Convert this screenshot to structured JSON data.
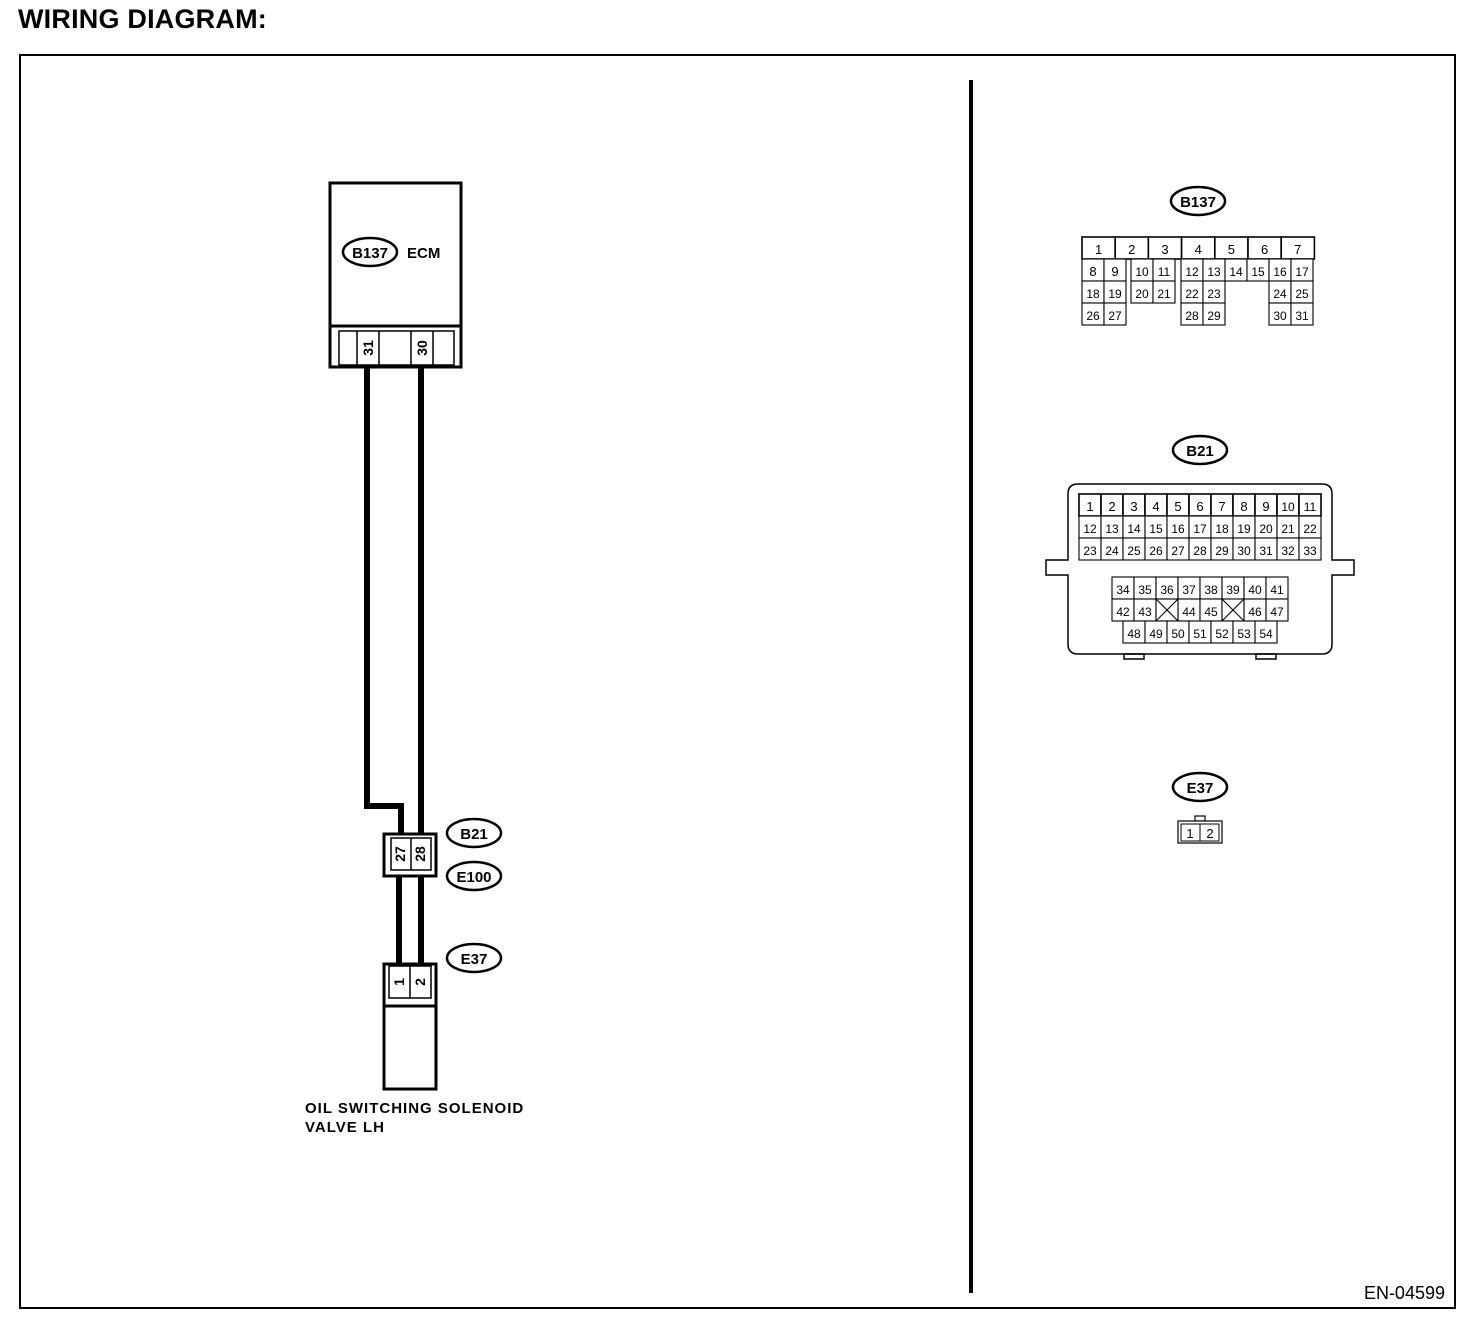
{
  "title": "WIRING DIAGRAM:",
  "figure_id": "EN-04599",
  "ecm": {
    "connector": "B137",
    "label": "ECM",
    "pins": [
      "31",
      "30"
    ]
  },
  "intermediate": {
    "connector_a": "B21",
    "connector_b": "E100",
    "pins": [
      "27",
      "28"
    ]
  },
  "solenoid": {
    "connector": "E37",
    "pins": [
      "1",
      "2"
    ],
    "label_line1": "OIL SWITCHING SOLENOID",
    "label_line2": "VALVE LH"
  },
  "connector_views": {
    "b137": {
      "name": "B137",
      "rows": [
        [
          "1",
          "2",
          "3",
          "4",
          "5",
          "6",
          "7"
        ],
        [
          "8",
          "9",
          "10",
          "11",
          "12",
          "13",
          "14",
          "15",
          "16",
          "17"
        ],
        [
          "18",
          "19",
          "20",
          "21",
          "22",
          "23",
          "24",
          "25"
        ],
        [
          "26",
          "27",
          "28",
          "29",
          "30",
          "31"
        ]
      ]
    },
    "b21": {
      "name": "B21",
      "rows": [
        [
          "1",
          "2",
          "3",
          "4",
          "5",
          "6",
          "7",
          "8",
          "9",
          "10",
          "11"
        ],
        [
          "12",
          "13",
          "14",
          "15",
          "16",
          "17",
          "18",
          "19",
          "20",
          "21",
          "22"
        ],
        [
          "23",
          "24",
          "25",
          "26",
          "27",
          "28",
          "29",
          "30",
          "31",
          "32",
          "33"
        ],
        [
          "34",
          "35",
          "36",
          "37",
          "38",
          "39",
          "40",
          "41"
        ],
        [
          "42",
          "43",
          "44",
          "45",
          "46",
          "47"
        ],
        [
          "48",
          "49",
          "50",
          "51",
          "52",
          "53",
          "54"
        ]
      ]
    },
    "e37": {
      "name": "E37",
      "pins": [
        "1",
        "2"
      ]
    }
  }
}
